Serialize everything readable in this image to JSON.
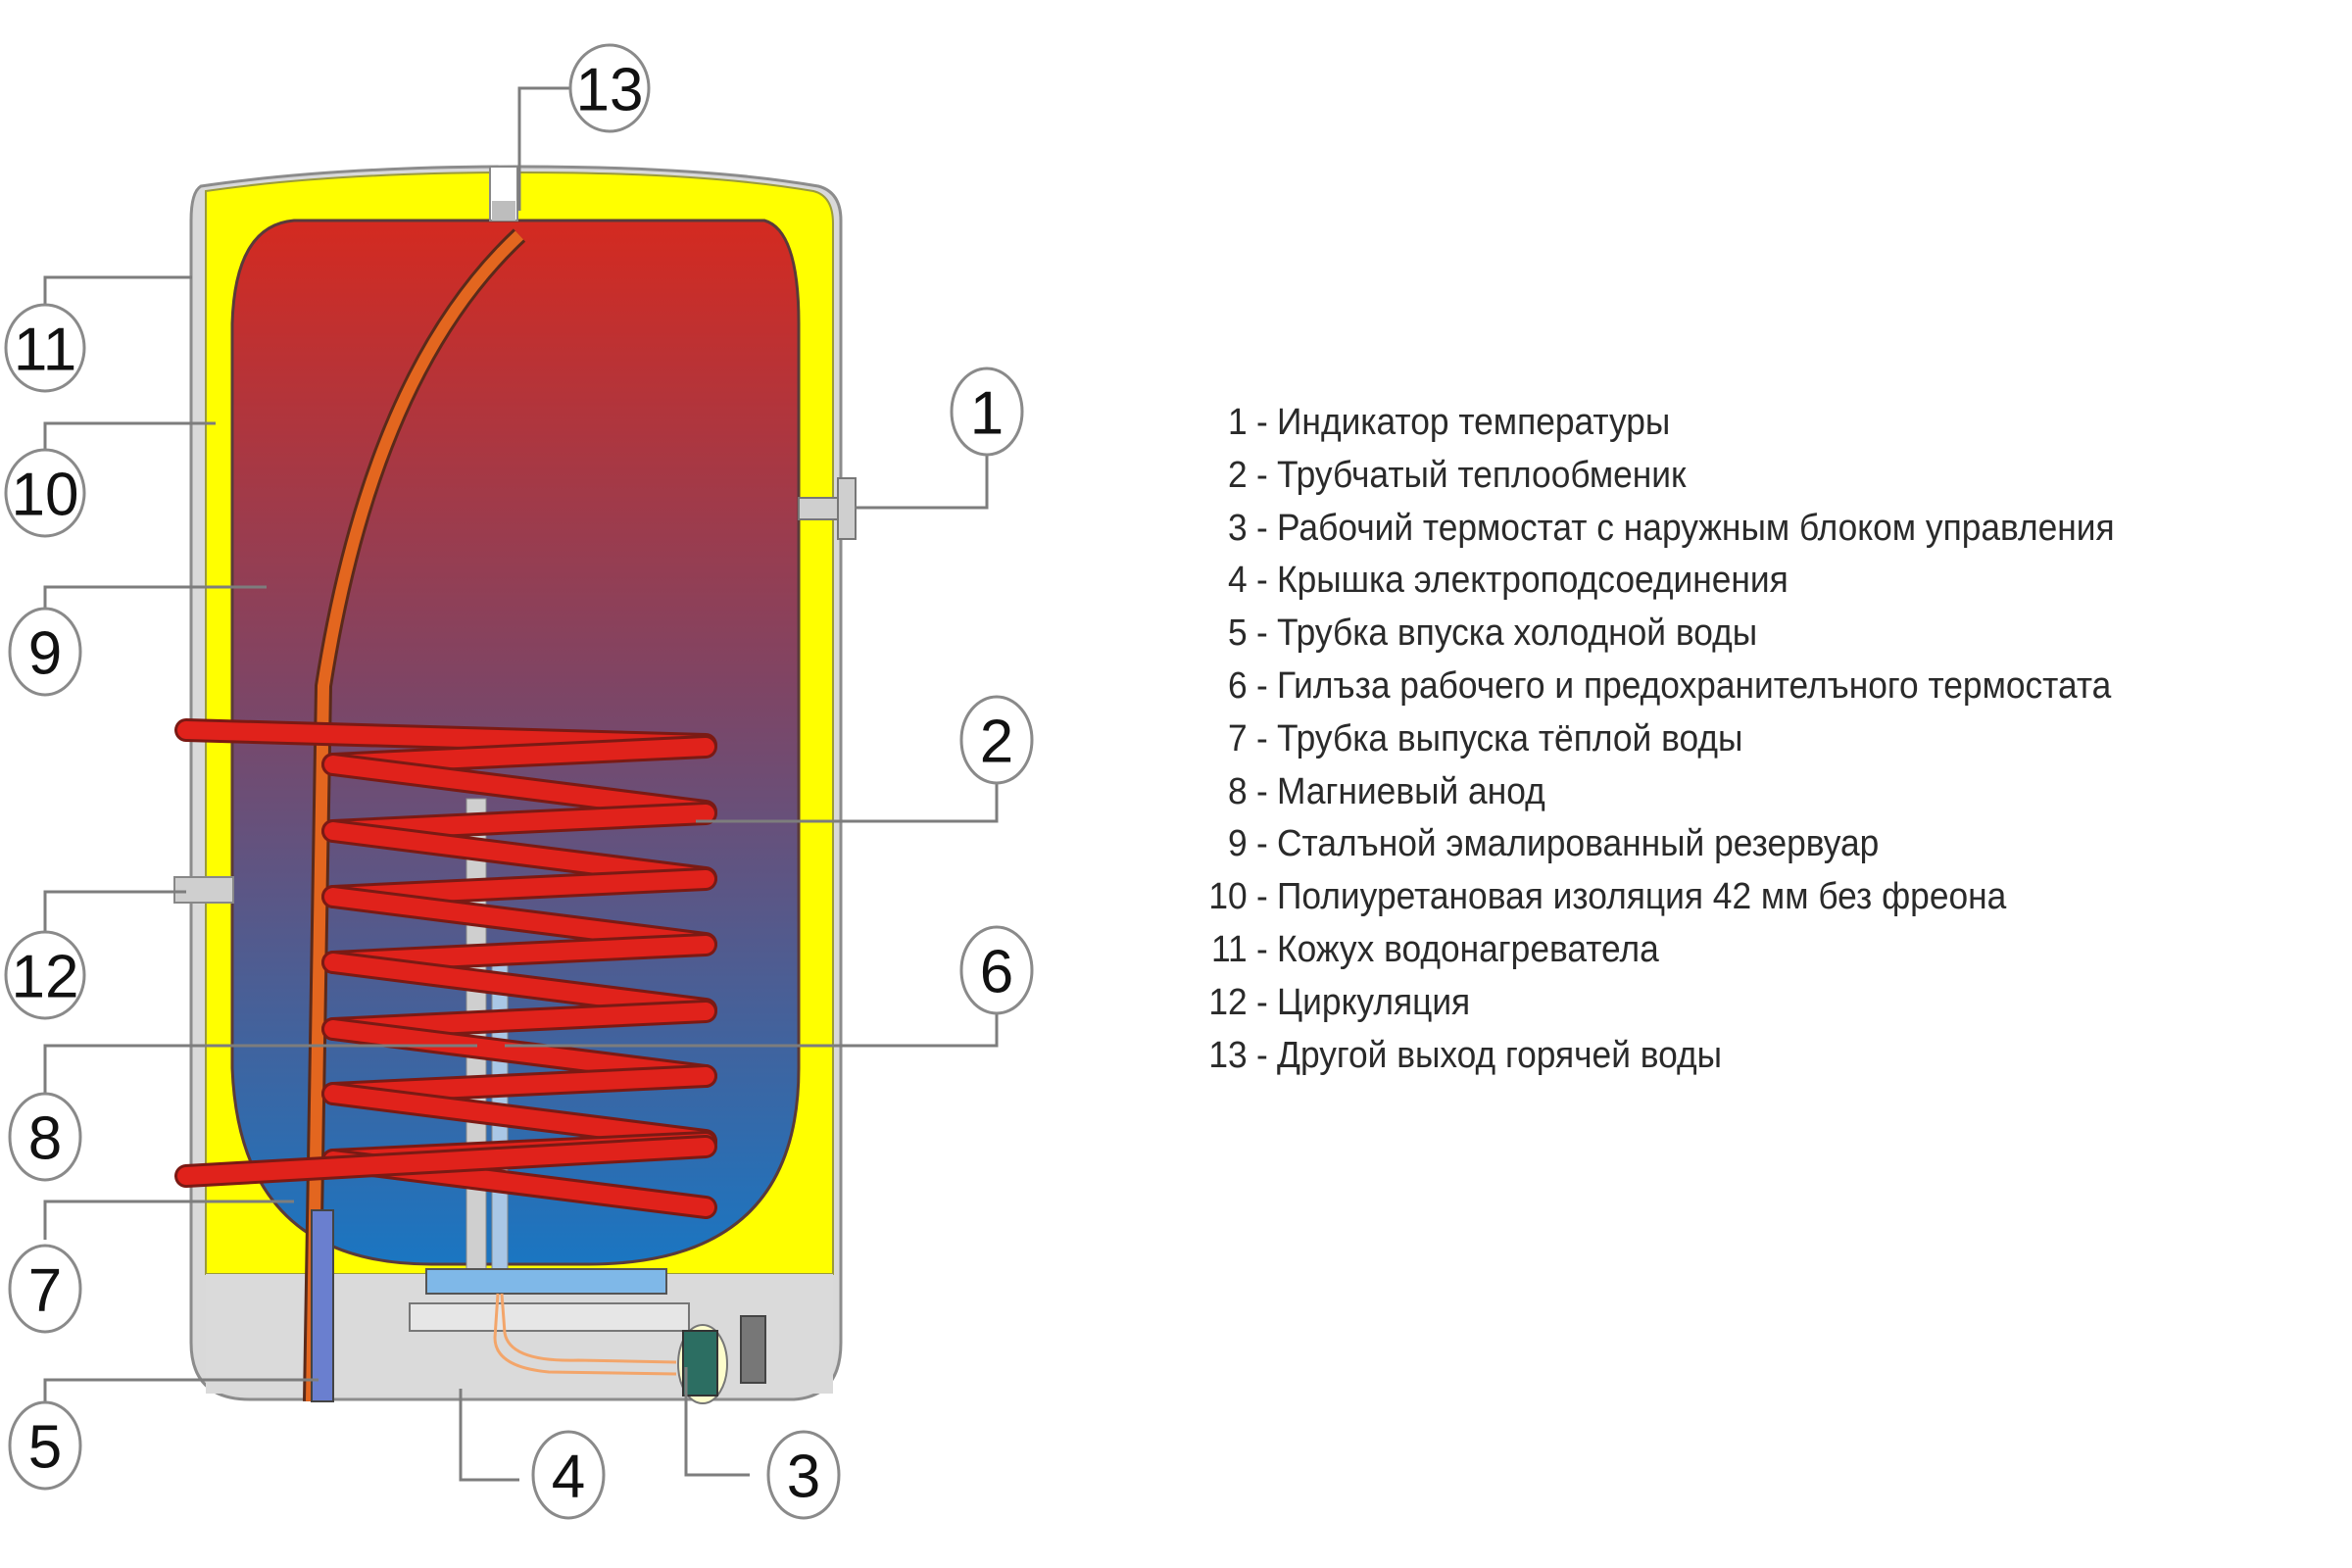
{
  "colors": {
    "casing": "#d9d9d9",
    "insulation": "#ffff00",
    "tank_top": "#d42a20",
    "tank_bottom": "#1a76c2",
    "coil": "#e0221b",
    "hot_outlet_pipe": "#e3661f",
    "cold_inlet_pipe": "#6a7fcf",
    "anode": "#cfcfcf",
    "thermostat": "#2c6e62"
  },
  "callouts": [
    {
      "id": "1",
      "label": "1"
    },
    {
      "id": "2",
      "label": "2"
    },
    {
      "id": "3",
      "label": "3"
    },
    {
      "id": "4",
      "label": "4"
    },
    {
      "id": "5",
      "label": "5"
    },
    {
      "id": "6",
      "label": "6"
    },
    {
      "id": "7",
      "label": "7"
    },
    {
      "id": "8",
      "label": "8"
    },
    {
      "id": "9",
      "label": "9"
    },
    {
      "id": "10",
      "label": "10"
    },
    {
      "id": "11",
      "label": "11"
    },
    {
      "id": "12",
      "label": "12"
    },
    {
      "id": "13",
      "label": "13"
    }
  ],
  "legend": {
    "separator": "-",
    "items": [
      {
        "num": "1",
        "text": "Индикатор температуры"
      },
      {
        "num": "2",
        "text": "Трубчатый теплообменик"
      },
      {
        "num": "3",
        "text": "Рабочий термостат с наружным блоком управления"
      },
      {
        "num": "4",
        "text": "Крышка электроподсоединения"
      },
      {
        "num": "5",
        "text": "Трубка впуска холодной воды"
      },
      {
        "num": "6",
        "text": "Гилъза рабочего и предохранителъного термостата"
      },
      {
        "num": "7",
        "text": "Трубка выпуска тёплой воды"
      },
      {
        "num": "8",
        "text": "Магниевый анод"
      },
      {
        "num": "9",
        "text": "Сталъной эмалированный резервуар"
      },
      {
        "num": "10",
        "text": "Полиуретановая изоляция 42 мм без фреона"
      },
      {
        "num": "11",
        "text": "Кожух водонагревателa"
      },
      {
        "num": "12",
        "text": "Циркуляция"
      },
      {
        "num": "13",
        "text": "Другой выход горячей воды"
      }
    ]
  }
}
